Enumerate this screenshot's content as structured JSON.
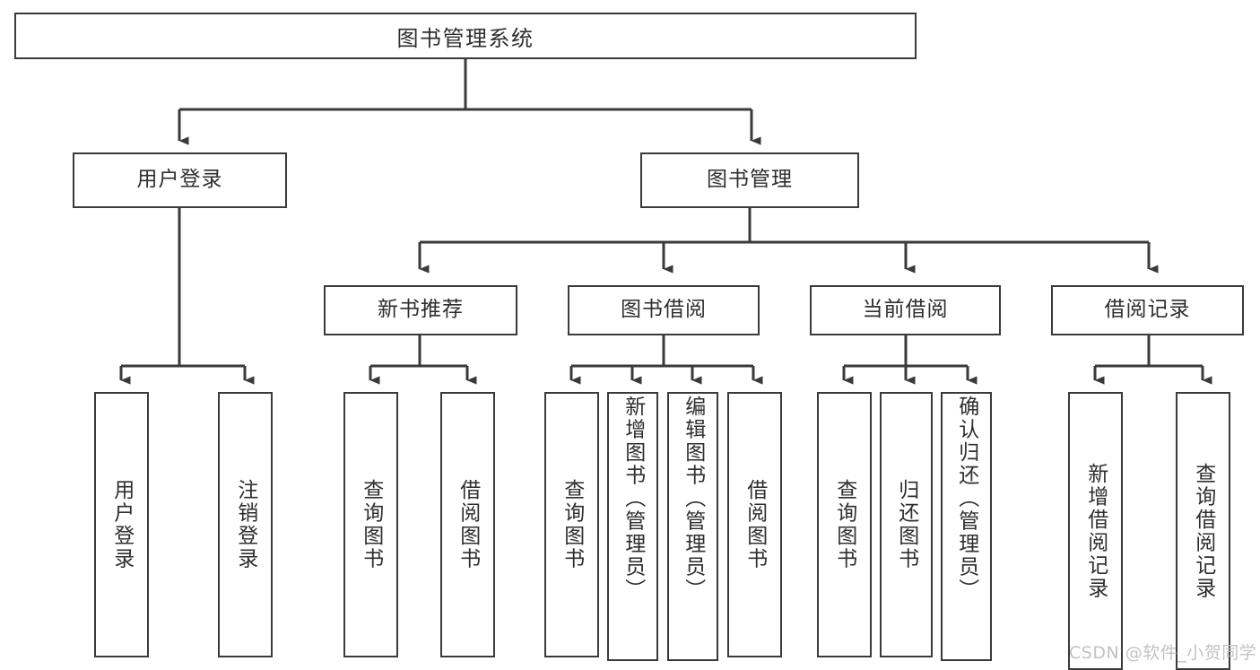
{
  "diagram": {
    "title": "图书管理系统",
    "watermark": "CSDN @软件_小贺同学",
    "line_color": "#3a3a3a",
    "text_color": "#2e2e2e",
    "background": "#ffffff",
    "root": {
      "label": "图书管理系统"
    },
    "level1": [
      {
        "label": "用户登录"
      },
      {
        "label": "图书管理"
      }
    ],
    "level2": [
      {
        "label": "新书推荐"
      },
      {
        "label": "图书借阅"
      },
      {
        "label": "当前借阅"
      },
      {
        "label": "借阅记录"
      }
    ],
    "leaves": {
      "user_login": [
        {
          "label": "用户登录"
        },
        {
          "label": "注销登录"
        }
      ],
      "new_book": [
        {
          "label": "查询图书"
        },
        {
          "label": "借阅图书"
        }
      ],
      "borrow": [
        {
          "label": "查询图书"
        },
        {
          "label": "新增图书（管理员）"
        },
        {
          "label": "编辑图书（管理员）"
        },
        {
          "label": "借阅图书"
        }
      ],
      "current": [
        {
          "label": "查询图书"
        },
        {
          "label": "归还图书"
        },
        {
          "label": "确认归还（管理员）"
        }
      ],
      "records": [
        {
          "label": "新增借阅记录"
        },
        {
          "label": "查询借阅记录"
        }
      ]
    }
  }
}
